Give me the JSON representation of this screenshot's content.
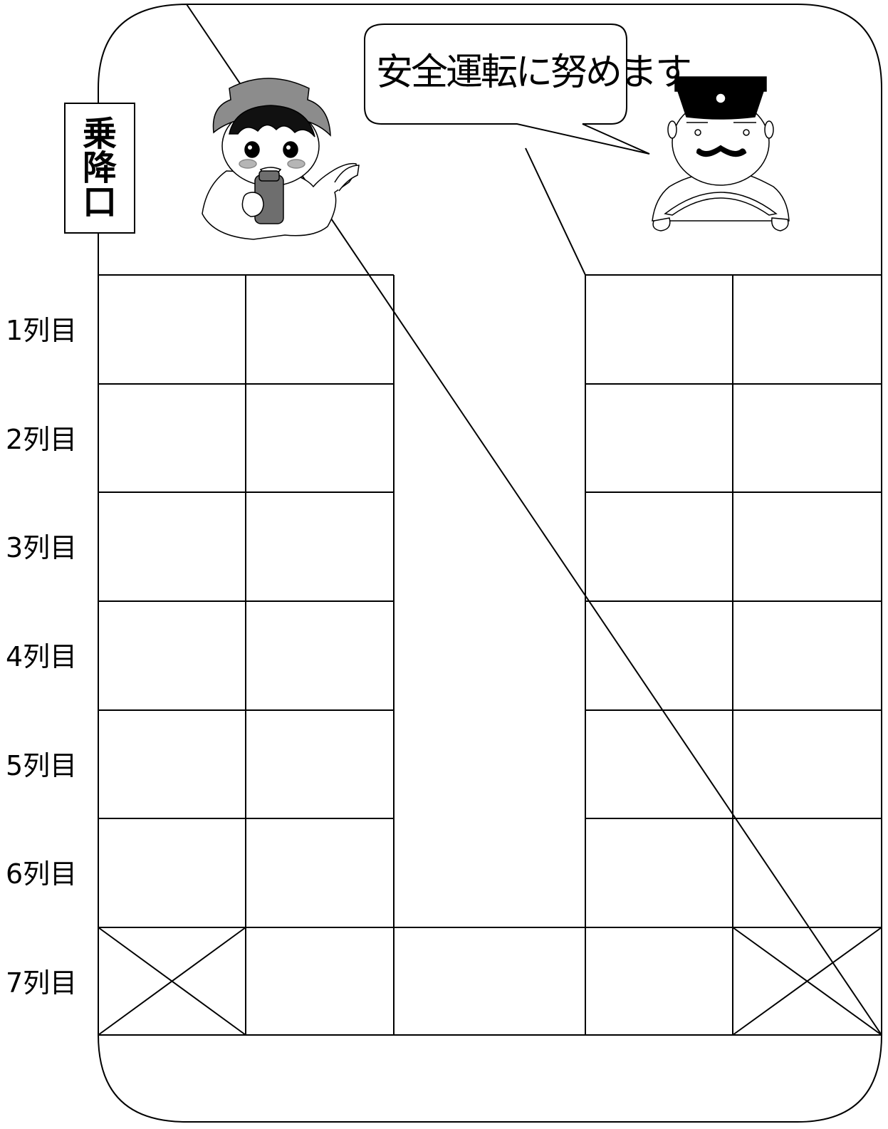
{
  "bubble_text": "安全運転に努めます",
  "door_sign": [
    "乗",
    "降",
    "口"
  ],
  "rows": [
    "1列目",
    "2列目",
    "3列目",
    "4列目",
    "5列目",
    "6列目",
    "7列目"
  ],
  "figures": {
    "conductor": "conductor-icon",
    "driver": "driver-icon"
  },
  "colors": {
    "line": "#000000",
    "hat": "#8c8c8c",
    "microphone": "#6e6e6e",
    "cheeks": "#b5b5b5",
    "driver_cap": "#000000",
    "background": "#ffffff"
  }
}
